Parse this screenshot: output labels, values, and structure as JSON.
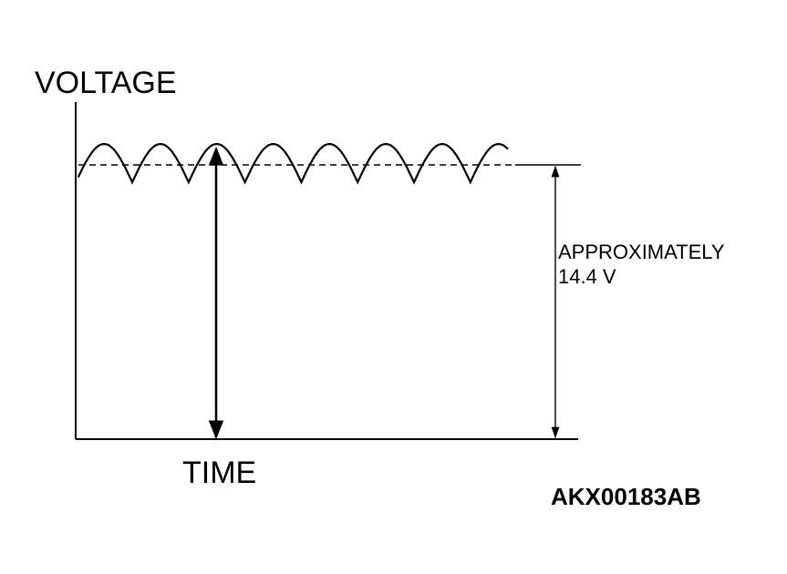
{
  "labels": {
    "y_axis": "VOLTAGE",
    "x_axis": "TIME",
    "annotation_line1": "APPROXIMATELY",
    "annotation_line2": "14.4 V",
    "figure_code": "AKX00183AB"
  },
  "waveform": {
    "description_type": "rectified ripple",
    "ripple_humps": 8
  },
  "colors": {
    "ink": "#000000",
    "background": "#ffffff"
  }
}
